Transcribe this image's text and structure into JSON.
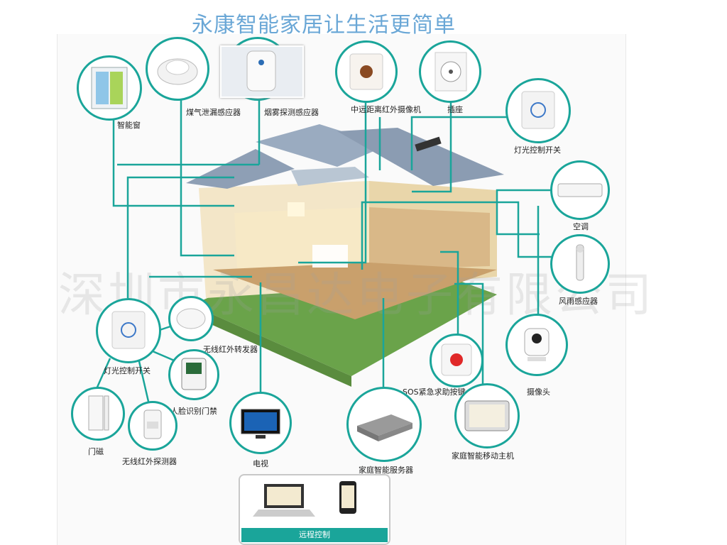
{
  "title": "永康智能家居让生活更简单",
  "watermark": "深圳市永昌达电子有限公司",
  "labels": {
    "smart_window": "智能窗",
    "gas_sensor": "煤气泄漏感应器",
    "smoke_sensor": "烟雾探测感应器",
    "ir_camera": "中远距离红外摄像机",
    "socket": "插座",
    "light_switch_top": "灯光控制开关",
    "ac": "空调",
    "wind_rain": "风雨感应器",
    "camera": "摄像头",
    "sos": "SOS紧急求助按键",
    "mobile_host": "家庭智能移动主机",
    "server": "家庭智能服务器",
    "tv": "电视",
    "ir_forwarder": "无线红外转发器",
    "face_access": "人脸识别门禁",
    "light_switch_left": "灯光控制开关",
    "door_magnet": "门磁",
    "ir_detector": "无线红外探测器",
    "remote": "远程控制"
  },
  "colors": {
    "wire": "#1aa59a",
    "title": "#6aa7d6"
  }
}
